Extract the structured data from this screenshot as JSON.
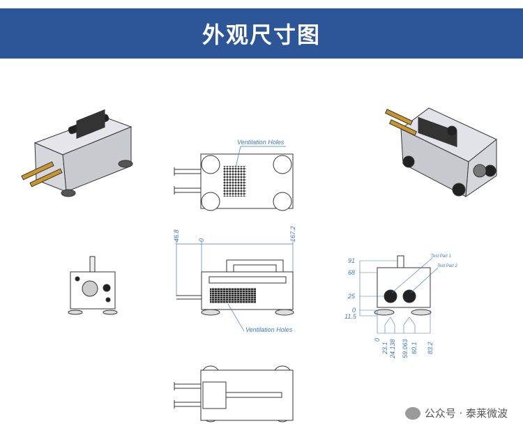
{
  "header": {
    "title": "外观尺寸图"
  },
  "top_view": {
    "label": "Ventilation Holes"
  },
  "side_view": {
    "label": "Ventilation Holes",
    "dims": [
      "46.8",
      "0",
      "167.2"
    ]
  },
  "end_view": {
    "labels": [
      "Test Part 1",
      "Test Part 2"
    ],
    "vertical_dims": [
      "91",
      "68",
      "25",
      "0",
      "11.5"
    ],
    "horizontal_dims": [
      "0",
      "23.1",
      "24.138",
      "59.063",
      "60.1",
      "83.2"
    ]
  },
  "watermark": {
    "text": "公众号 · 泰莱微波"
  },
  "colors": {
    "banner": "#2c5697",
    "dimension": "#3a78c8"
  }
}
